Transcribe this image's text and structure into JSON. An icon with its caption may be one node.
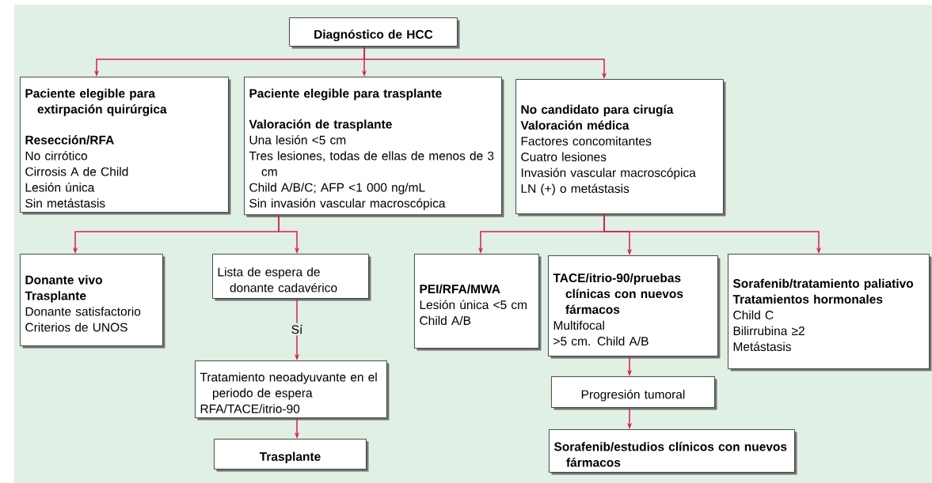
{
  "diagram": {
    "nodes": [
      {
        "text": [
          "Diagnóstico de HCC"
        ]
      },
      {
        "text": [
          "Paciente elegible para extirpación quirúrgica",
          "Resección/RFA",
          "No cirrótico",
          "Cirrosis A de Child",
          "Lesión única",
          "Sin metástasis"
        ]
      },
      {
        "text": [
          "Paciente elegible para trasplante",
          "Valoración de trasplante",
          "Una lesión <5 cm",
          "Tres lesiones, todas de ellas de menos de 3 cm",
          "Child A/B/C; AFP <1 000 ng/mL",
          "Sin invasión vascular macroscópica"
        ]
      },
      {
        "text": [
          "No candidato para cirugía",
          "Valoración médica",
          "Factores concomitantes",
          "Cuatro lesiones",
          "Invasión vascular macroscópica",
          "LN (+) o metástasis"
        ]
      },
      {
        "text": [
          "Donante vivo",
          "Trasplante",
          "Donante satisfactorio",
          "Criterios de UNOS"
        ]
      },
      {
        "text": [
          "Lista de espera de donante cadavérico"
        ]
      },
      {
        "text": [
          "Tratamiento neoadyuvante en el periodo de espera",
          "RFA/TACE/itrio-90"
        ]
      },
      {
        "text": [
          "Trasplante"
        ]
      },
      {
        "text": [
          "PEI/RFA/MWA",
          "Lesión única <5 cm",
          "Child A/B"
        ]
      },
      {
        "text": [
          "TACE/itrio-90/pruebas clínicas con nuevos fármacos",
          "Multifocal",
          ">5 cm. Child A/B"
        ]
      },
      {
        "text": [
          "Sorafenib/tratamiento paliativo",
          "Tratamientos hormonales",
          "Child C",
          "Bilirrubina ≥2",
          "Metástasis"
        ]
      },
      {
        "text": [
          "Progresión tumoral"
        ]
      },
      {
        "text": [
          "Sorafenib/estudios clínicos con nuevos fármacos"
        ]
      }
    ],
    "edges": [
      {
        "from": 0,
        "to": 1,
        "arrow": "to"
      },
      {
        "from": 0,
        "to": 2,
        "arrow": "to"
      },
      {
        "from": 0,
        "to": 3,
        "arrow": "to"
      },
      {
        "from": 2,
        "to": 4,
        "arrow": "to"
      },
      {
        "from": 2,
        "to": 5,
        "arrow": "to"
      },
      {
        "from": 5,
        "to": 6,
        "arrow": "to",
        "label": "Sí"
      },
      {
        "from": 6,
        "to": 7,
        "arrow": "to"
      },
      {
        "from": 3,
        "to": 8,
        "arrow": "to"
      },
      {
        "from": 3,
        "to": 9,
        "arrow": "to"
      },
      {
        "from": 3,
        "to": 10,
        "arrow": "to"
      },
      {
        "from": 9,
        "to": 11,
        "arrow": "to"
      },
      {
        "from": 11,
        "to": 12,
        "arrow": "to"
      }
    ]
  }
}
